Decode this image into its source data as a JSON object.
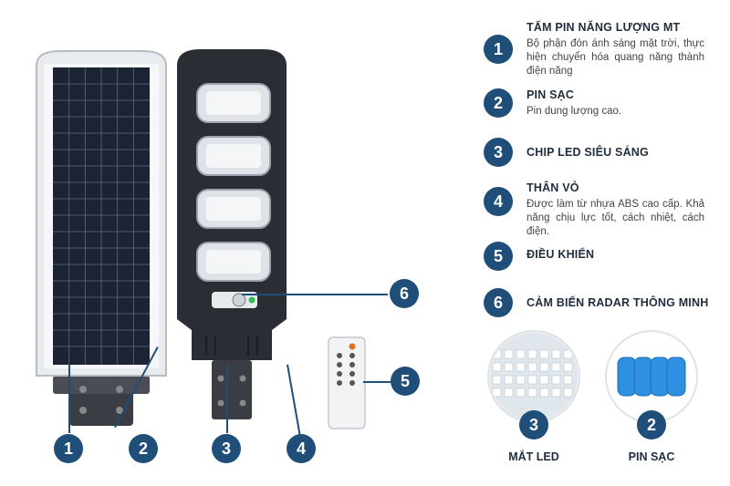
{
  "specs": [
    {
      "num": "1",
      "title": "TẤM PIN NĂNG LƯỢNG MT",
      "desc": "Bộ phận đón ánh sáng mặt trời, thực hiện chuyển hóa quang năng thành điện năng"
    },
    {
      "num": "2",
      "title": "PIN SẠC",
      "desc": "Pin  dung lượng cao."
    },
    {
      "num": "3",
      "title": "CHIP LED SIÊU SÁNG",
      "desc": ""
    },
    {
      "num": "4",
      "title": "THÂN VỎ",
      "desc": "Được làm từ nhựa ABS cao cấp. Khả năng chịu lực tốt, cách nhiệt, cách điện."
    },
    {
      "num": "5",
      "title": "ĐIỀU KHIỂN",
      "desc": ""
    },
    {
      "num": "6",
      "title": "CẢM BIẾN RADAR THÔNG MINH",
      "desc": ""
    }
  ],
  "callouts": {
    "c1": "1",
    "c2": "2",
    "c3": "3",
    "c4": "4",
    "c5": "5",
    "c6": "6"
  },
  "details": [
    {
      "num": "3",
      "caption": "MẮT LED"
    },
    {
      "num": "2",
      "caption": "PIN SẠC"
    }
  ],
  "colors": {
    "accent": "#1f4e79",
    "panel": "#1c2333",
    "housing": "#2a2d33"
  }
}
